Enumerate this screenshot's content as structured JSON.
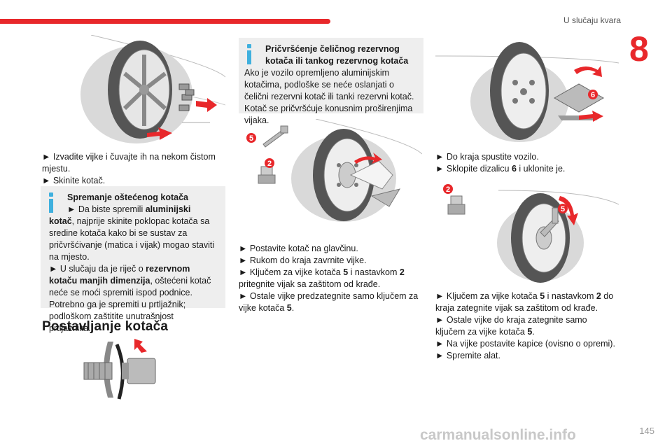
{
  "header": {
    "section_title": "U slučaju kvara",
    "chapter_number": "8",
    "accent_color": "#e8282b",
    "info_color": "#3fb0de"
  },
  "col1": {
    "step1": "► Izvadite vijke i čuvajte ih na nekom čistom mjestu.",
    "step2": "► Skinite kotač.",
    "info": {
      "title": "Spremanje oštećenog kotača",
      "line1_pre": "► Da biste spremili ",
      "line1_bold": "aluminijski kotač",
      "line1_post": ", najprije skinite poklopac kotača sa sredine kotača kako bi se sustav za pričvršćivanje (matica i vijak) mogao staviti na mjesto.",
      "line2_pre": "► U slučaju da je riječ o ",
      "line2_bold": "rezervnom kotaču manjih dimenzija",
      "line2_post": ", oštećeni kotač neće se moći spremiti ispod podnice. Potrebno ga je spremiti u prtljažnik; podloškom zaštitite unutrašnjost prtljažnika."
    },
    "heading": "Postavljanje kotača"
  },
  "col2": {
    "info": {
      "title": "Pričvršćenje čeličnog rezervnog kotača ili tankog rezervnog kotača",
      "body": "Ako je vozilo opremljeno aluminijskim kotačima, podloške se neće oslanjati o čelični rezervni kotač ili tanki rezervni kotač. Kotač se pričvršćuje konusnim proširenjima vijaka."
    },
    "step1": "► Postavite kotač na glavčinu.",
    "step2": "► Rukom do kraja zavrnite vijke.",
    "step3_pre": "► Ključem za vijke kotača ",
    "step3_b1": "5",
    "step3_mid": " i nastavkom ",
    "step3_b2": "2",
    "step3_post": " pritegnite vijak sa zaštitom od krađe.",
    "step4_pre": "► Ostale vijke predzategnite samo ključem za vijke kotača ",
    "step4_b": "5",
    "step4_post": ".",
    "callouts": [
      "5",
      "2"
    ]
  },
  "col3": {
    "step1": "► Do kraja spustite vozilo.",
    "step2_pre": "► Sklopite dizalicu ",
    "step2_b": "6",
    "step2_post": " i uklonite je.",
    "step3_pre": "► Ključem za vijke kotača ",
    "step3_b1": "5",
    "step3_mid": " i nastavkom ",
    "step3_b2": "2",
    "step3_post": " do kraja zategnite vijak sa zaštitom od krađe.",
    "step4_pre": "► Ostale vijke do kraja zategnite samo ključem za vijke kotača ",
    "step4_b": "5",
    "step4_post": ".",
    "step5": "► Na vijke postavite kapice (ovisno o opremi).",
    "step6": "► Spremite alat.",
    "callout_top": "6",
    "callouts_bottom": [
      "2",
      "5"
    ]
  },
  "footer": {
    "page_number": "145",
    "watermark": "carmanualsonline.info"
  }
}
